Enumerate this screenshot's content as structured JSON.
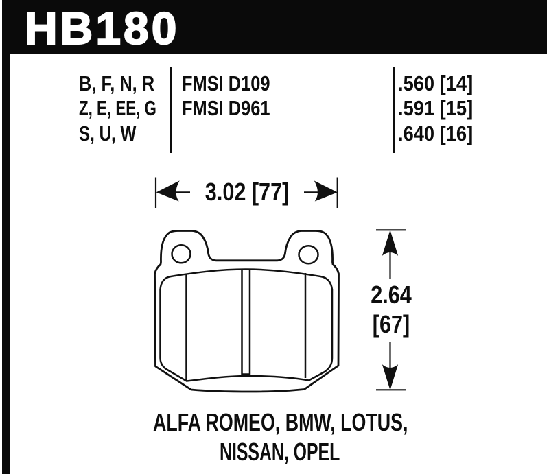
{
  "header": {
    "part_number": "HB180"
  },
  "spec_table": {
    "compound_rows": [
      "B, F, N, R",
      "Z, E, EE, G",
      "S, U, W"
    ],
    "fmsi_rows": [
      "FMSI D109",
      "FMSI D961"
    ],
    "thickness_rows": [
      ".560 [14]",
      ".591 [15]",
      ".640 [16]"
    ]
  },
  "dimensions": {
    "width_label": "3.02 [77]",
    "height_label_line1": "2.64",
    "height_label_line2": "[67]"
  },
  "applications": {
    "line1": "ALFA ROMEO, BMW, LOTUS,",
    "line2": "NISSAN, OPEL"
  },
  "colors": {
    "ink": "#0d0d0d",
    "background": "#ffffff",
    "header_bg": "#0a0a0a",
    "header_text": "#ffffff"
  }
}
